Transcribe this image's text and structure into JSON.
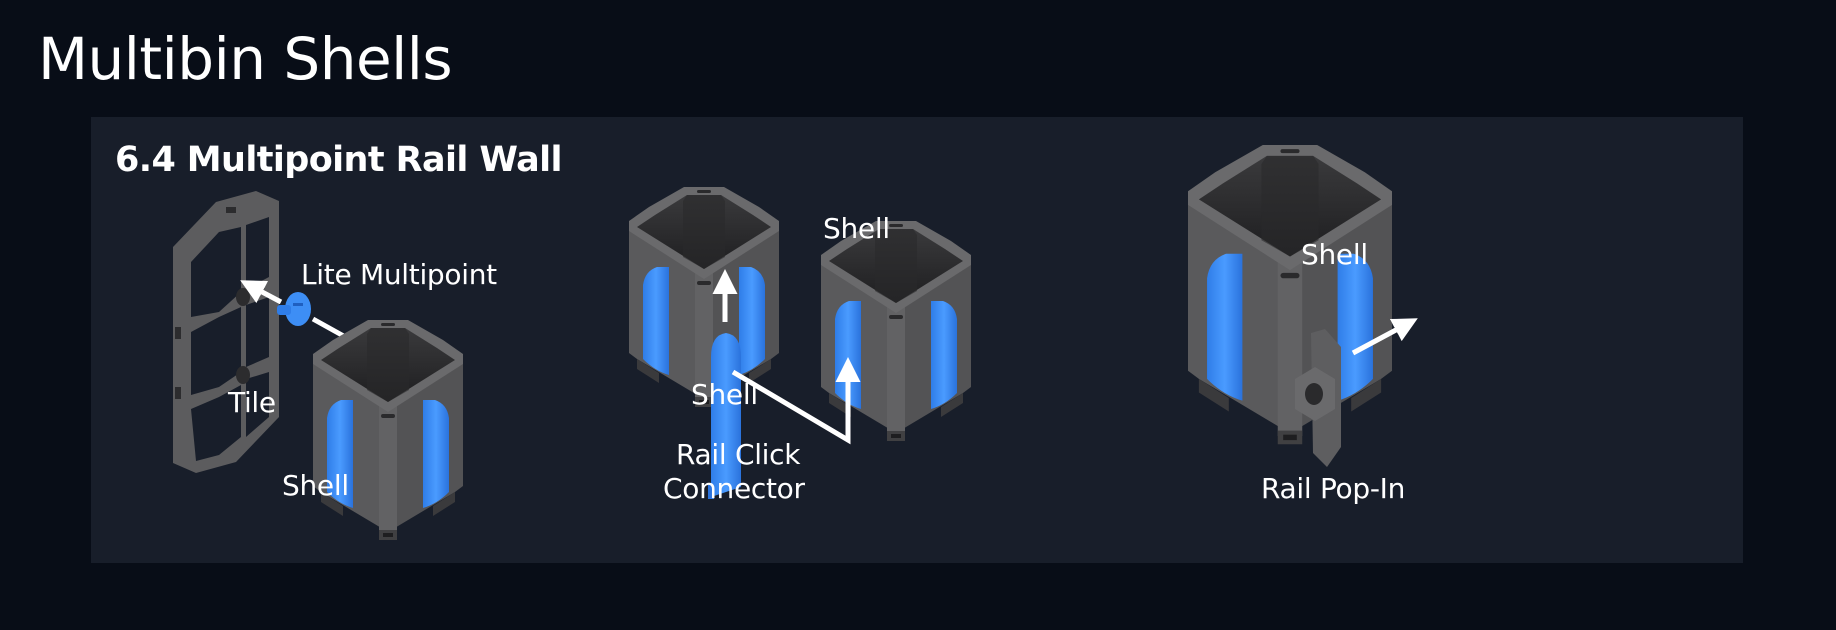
{
  "page": {
    "title": "Multibin Shells"
  },
  "panel": {
    "section_title": "6.4 Multipoint Rail Wall",
    "labels": {
      "lite_multipoint": "Lite Multipoint",
      "tile": "Tile",
      "shell_left": "Shell",
      "shell_center_top": "Shell",
      "shell_center_left": "Shell",
      "rail_click_line1": "Rail Click",
      "rail_click_line2": "Connector",
      "shell_right": "Shell",
      "rail_pop_in": "Rail Pop-In"
    },
    "colors": {
      "part_blue": "#3d8ef5",
      "shell_gray": "#5f5f61",
      "arrow": "#ffffff"
    }
  }
}
